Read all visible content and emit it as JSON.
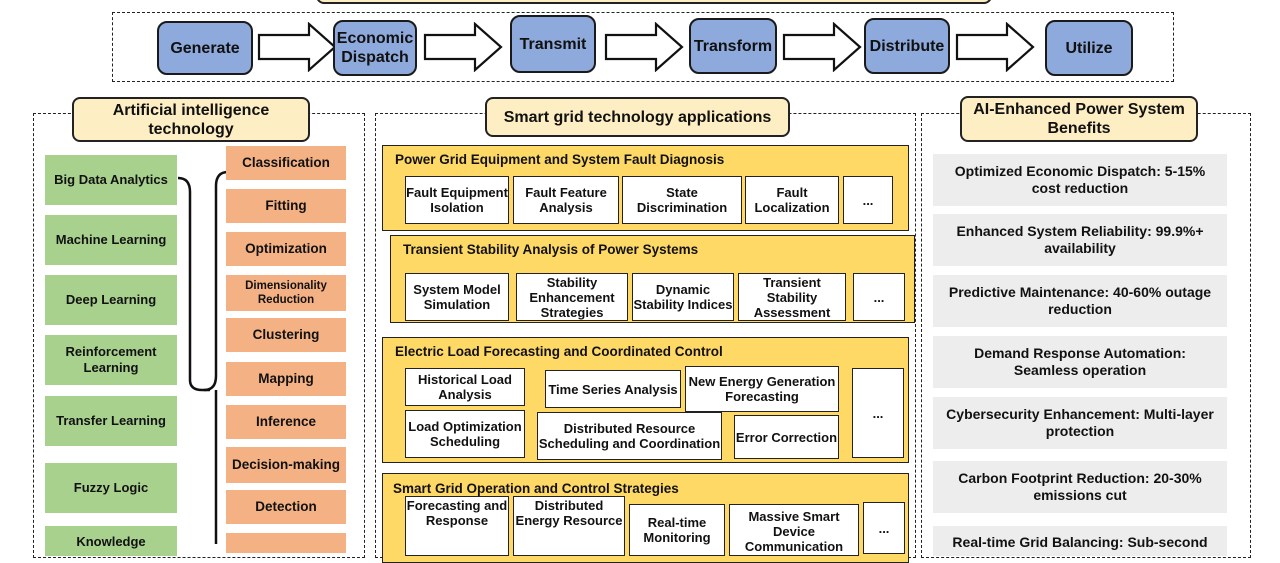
{
  "flow": {
    "steps": [
      "Generate",
      "Economic Dispatch",
      "Transmit",
      "Transform",
      "Distribute",
      "Utilize"
    ]
  },
  "columns": {
    "ai": {
      "title": "Artificial intelligence technology"
    },
    "apps": {
      "title": "Smart grid technology applications"
    },
    "benefits": {
      "title": "AI-Enhanced Power System Benefits"
    }
  },
  "ai_methods": [
    "Big Data Analytics",
    "Machine Learning",
    "Deep Learning",
    "Reinforcement Learning",
    "Transfer Learning",
    "Fuzzy Logic",
    "Knowledge"
  ],
  "ai_tasks": [
    "Classification",
    "Fitting",
    "Optimization",
    "Dimensionality Reduction",
    "Clustering",
    "Mapping",
    "Inference",
    "Decision-making",
    "Detection"
  ],
  "panels": [
    {
      "title": "Power Grid Equipment and System Fault Diagnosis",
      "items": [
        "Fault Equipment Isolation",
        "Fault Feature Analysis",
        "State Discrimination",
        "Fault Localization",
        "..."
      ]
    },
    {
      "title": "Transient Stability Analysis of Power Systems",
      "items": [
        "System Model Simulation",
        "Stability Enhancement Strategies",
        "Dynamic Stability Indices",
        "Transient Stability Assessment",
        "..."
      ]
    },
    {
      "title": "Electric Load Forecasting and Coordinated Control",
      "items": [
        "Historical Load Analysis",
        "Time Series Analysis",
        "New Energy Generation Forecasting",
        "Load Optimization Scheduling",
        "Distributed Resource Scheduling and Coordination",
        "Error Correction",
        "..."
      ]
    },
    {
      "title": "Smart Grid Operation and Control Strategies",
      "items": [
        "Forecasting and Response",
        "Distributed Energy Resource",
        "Real-time Monitoring",
        "Massive Smart Device Communication",
        "..."
      ]
    }
  ],
  "benefits": [
    "Optimized Economic Dispatch: 5-15% cost reduction",
    "Enhanced System Reliability: 99.9%+ availability",
    "Predictive Maintenance: 40-60% outage reduction",
    "Demand Response Automation: Seamless operation",
    "Cybersecurity Enhancement: Multi-layer protection",
    "Carbon Footprint Reduction: 20-30% emissions cut",
    "Real-time Grid Balancing: Sub-second"
  ],
  "colors": {
    "flow_box": "#8ea9db",
    "header": "#fdeec3",
    "ai_method": "#a9d18e",
    "ai_task": "#f4b183",
    "panel": "#ffd966",
    "benefit": "#ededed"
  }
}
